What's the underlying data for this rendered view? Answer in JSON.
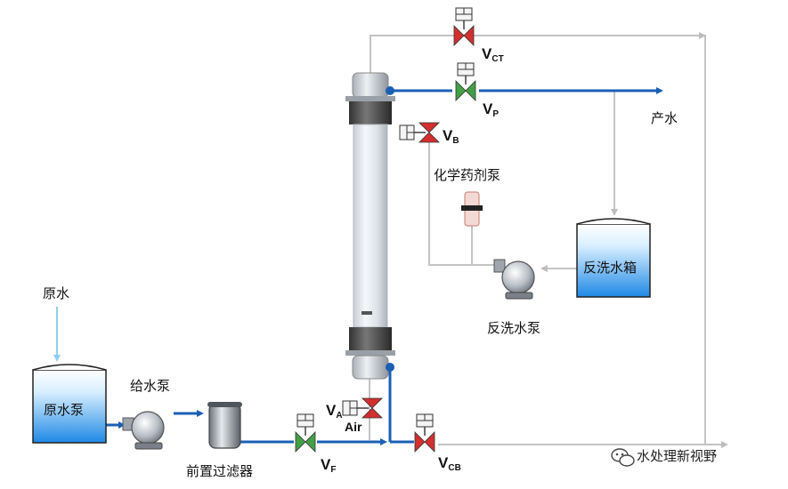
{
  "labels": {
    "raw_water": "原水",
    "raw_water_tank": "原水泵",
    "feed_pump": "给水泵",
    "prefilter": "前置过滤器",
    "product_water": "产水",
    "chemical_pump": "化学药剂泵",
    "backwash_tank": "反洗水箱",
    "backwash_pump": "反洗水泵",
    "air": "Air"
  },
  "valves": {
    "v_ct": {
      "letter": "V",
      "sub": "CT",
      "color": "#d32f2f"
    },
    "v_p": {
      "letter": "V",
      "sub": "P",
      "color": "#43a047"
    },
    "v_b": {
      "letter": "V",
      "sub": "B",
      "color": "#d32f2f"
    },
    "v_a": {
      "letter": "V",
      "sub": "A",
      "color": "#d32f2f"
    },
    "v_f": {
      "letter": "V",
      "sub": "F",
      "color": "#43a047"
    },
    "v_cb": {
      "letter": "V",
      "sub": "CB",
      "color": "#d32f2f"
    }
  },
  "colors": {
    "main_pipe": "#1a5fb4",
    "aux_pipe": "#c4c4c4",
    "raw_arrow": "#8fcfee",
    "tank_top": "#ffffff",
    "tank_bottom": "#1e88e5"
  },
  "watermark": {
    "icon": "wechat-icon",
    "text": "水处理新视野"
  }
}
